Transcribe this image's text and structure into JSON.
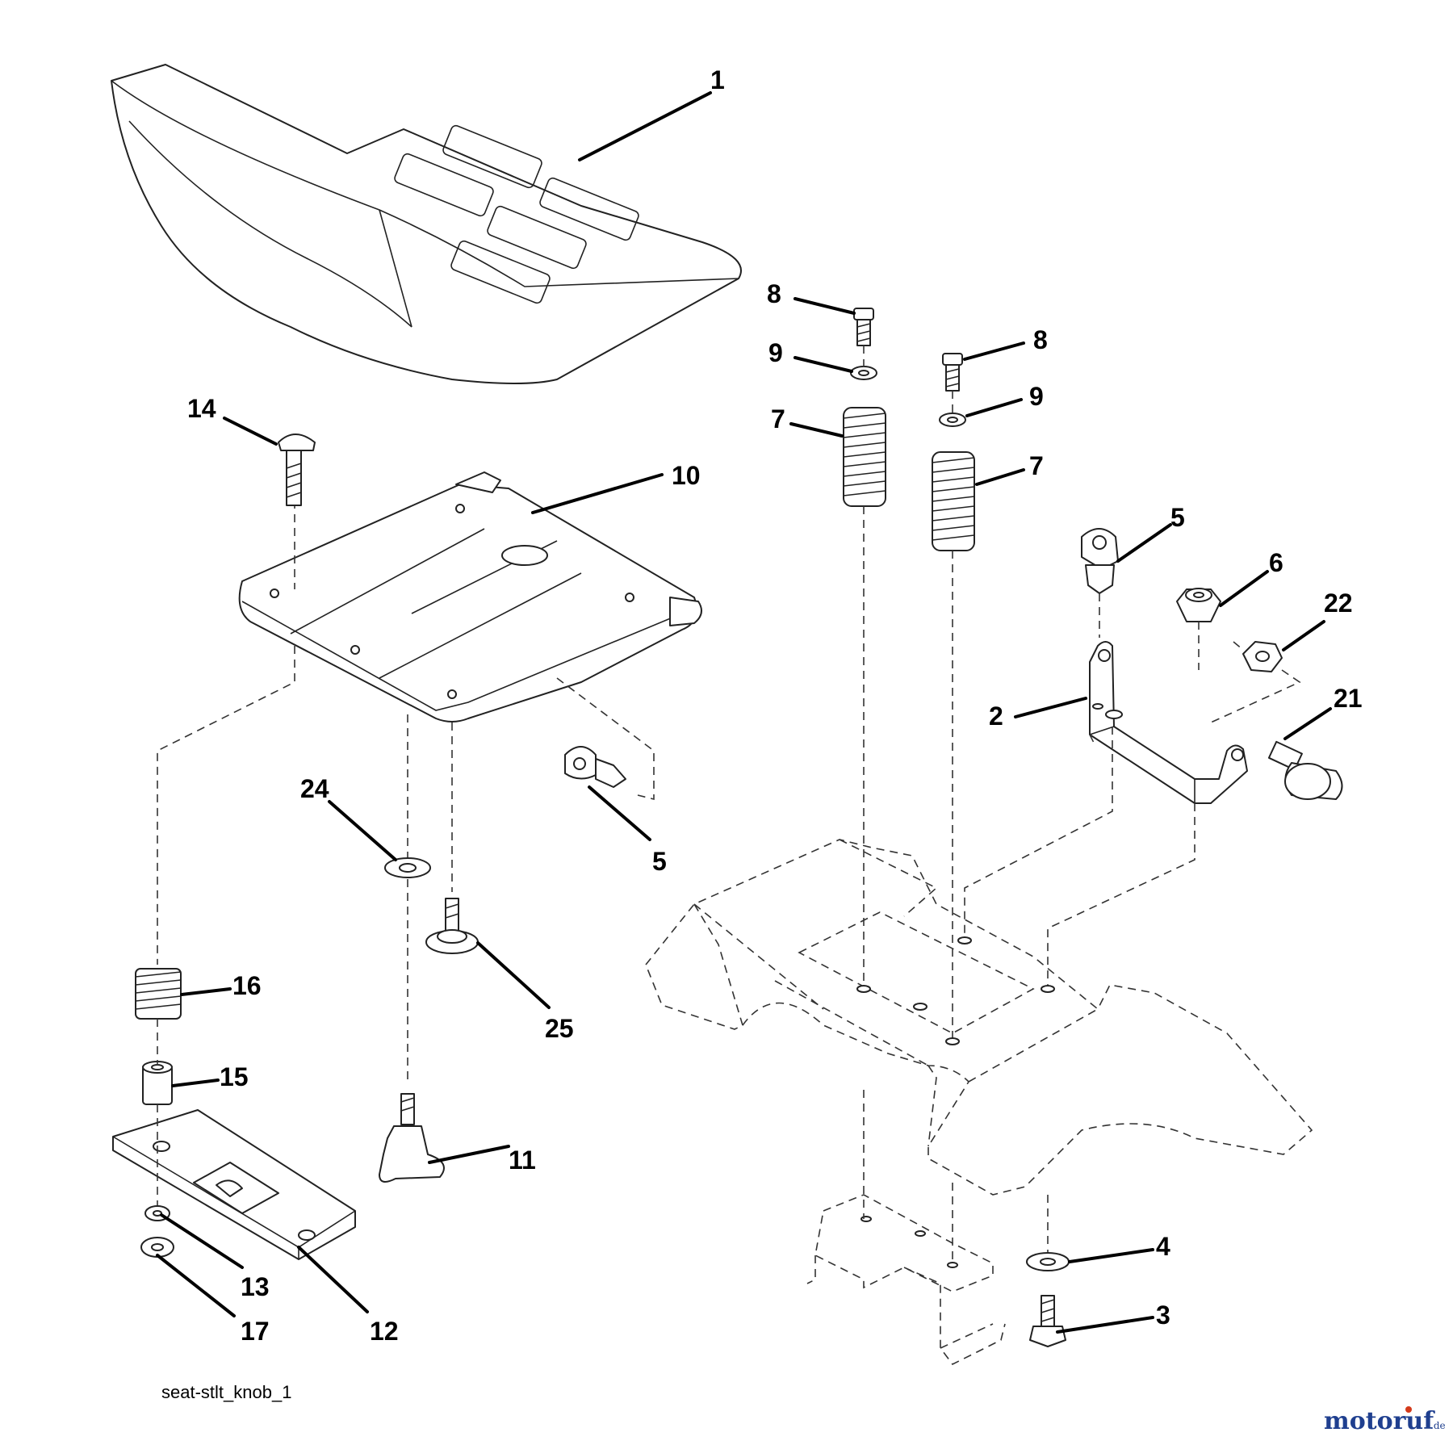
{
  "diagram": {
    "caption": "seat-stlt_knob_1",
    "callouts": {
      "c1": "1",
      "c2": "2",
      "c3": "3",
      "c4": "4",
      "c5a": "5",
      "c5b": "5",
      "c6": "6",
      "c7a": "7",
      "c7b": "7",
      "c8a": "8",
      "c8b": "8",
      "c9a": "9",
      "c9b": "9",
      "c10": "10",
      "c11": "11",
      "c12": "12",
      "c13": "13",
      "c14": "14",
      "c15": "15",
      "c16": "16",
      "c17": "17",
      "c21": "21",
      "c22": "22",
      "c24": "24",
      "c25": "25"
    }
  },
  "watermark": {
    "text": "motoruf",
    "suffix": ".de",
    "colors": {
      "primary": "#1f3f8f",
      "accent": "#d43a1a"
    }
  }
}
